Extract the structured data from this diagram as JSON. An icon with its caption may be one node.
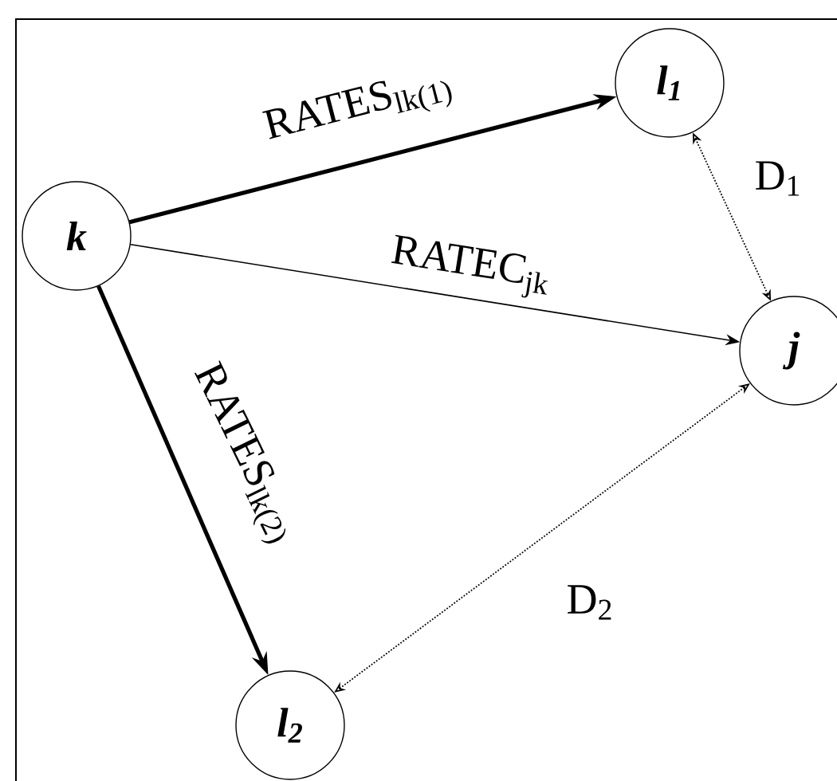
{
  "diagram": {
    "nodes": [
      {
        "text": [
          "k"
        ]
      },
      {
        "text": [
          "l$_{1}$"
        ]
      },
      {
        "text": [
          "j"
        ]
      },
      {
        "text": [
          "l$_{2}$"
        ]
      }
    ],
    "edges": [
      {
        "from": 0,
        "to": 1,
        "arrow": "to",
        "label": "RATES$_{lk(1)}$",
        "style": "thick"
      },
      {
        "from": 0,
        "to": 2,
        "arrow": "to",
        "label": "RATEC$_{jk}$"
      },
      {
        "from": 0,
        "to": 3,
        "arrow": "to",
        "label": "RATES$_{lk(2)}$",
        "style": "thick"
      },
      {
        "from": 1,
        "to": 2,
        "arrow": "both",
        "label": "D$_{1}$",
        "style": "dashed"
      },
      {
        "from": 3,
        "to": 2,
        "arrow": "both",
        "label": "D$_{2}$",
        "style": "dashed"
      }
    ]
  }
}
